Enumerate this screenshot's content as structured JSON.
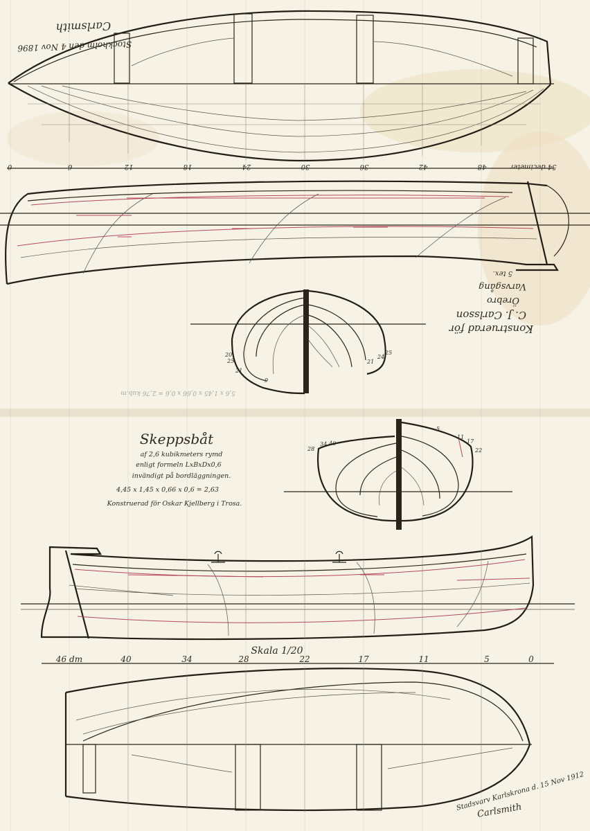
{
  "upper_sheet": {
    "date_note": "Stockholm den 4 Nov 1896",
    "signature": "Carlsmith",
    "station_ticks": [
      "0",
      "6",
      "12",
      "18",
      "24",
      "30",
      "36",
      "42",
      "48",
      "54 decimeter"
    ],
    "body_plan_labels_left": [
      "20",
      "25",
      "21",
      "9"
    ],
    "body_plan_labels_right": [
      "21",
      "24",
      "25"
    ],
    "side_note_lines": [
      "Konstruerad för",
      "C. J. Carlsson",
      "Örebro",
      "Varvsgång",
      "5 tex."
    ],
    "faint_note": "5,6 x 1,45 x 0,66 x 0,6 = 2,76 kub.m"
  },
  "lower_sheet": {
    "title": "Skeppsbåt",
    "subtitle_lines": [
      "af 2,6 kubikmeters rymd",
      "enligt formeln LxBxDx0,6",
      "invändigt på bordläggningen.",
      "4,45 x 1,45 x 0,66 x 0,6 = 2,63",
      "Konstruerad för Oskar Kjellberg i Trosa."
    ],
    "body_plan_labels_left": [
      "28",
      "34",
      "40"
    ],
    "body_plan_labels_right": [
      "5",
      "11",
      "17",
      "22"
    ],
    "scale_ticks": [
      "46 dm",
      "40",
      "34",
      "28",
      "22",
      "17",
      "11",
      "5",
      "0"
    ],
    "scale_label": "Skala 1/20",
    "footer_note": "Stadsvarv Karlskrona d. 15 Nov 1912",
    "footer_signature": "Carlsmith"
  },
  "colors": {
    "paper": "#f6f3e6",
    "ink": "#2b241b",
    "red_ink": "#b5485a",
    "stain": "#e8d6b8"
  }
}
